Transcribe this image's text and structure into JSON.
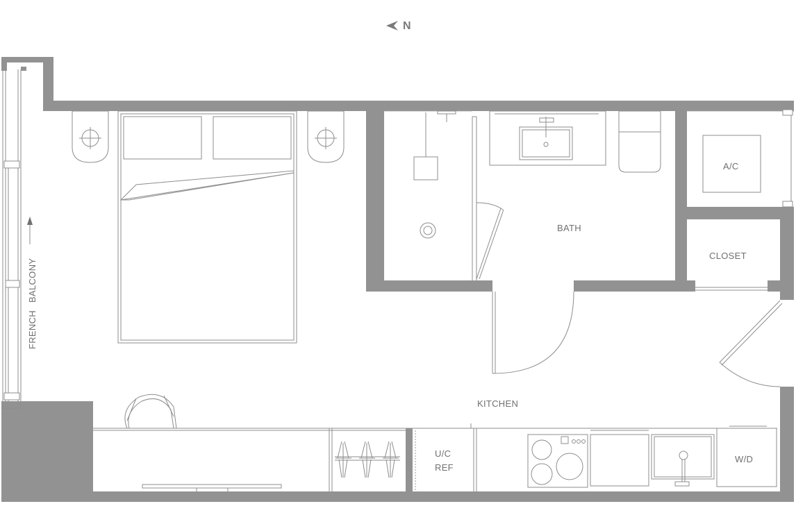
{
  "compass": {
    "letter": "N",
    "icon": "north-arrow-icon"
  },
  "rooms": {
    "bath": "BATH",
    "closet": "CLOSET",
    "ac": "A/C",
    "kitchen": "KITCHEN",
    "ref_line1": "U/C",
    "ref_line2": "REF",
    "wd": "W/D",
    "french": "FRENCH",
    "balcony": "BALCONY"
  },
  "colors": {
    "wall": "#929292",
    "line": "#8d8d8d",
    "text": "#707070"
  }
}
